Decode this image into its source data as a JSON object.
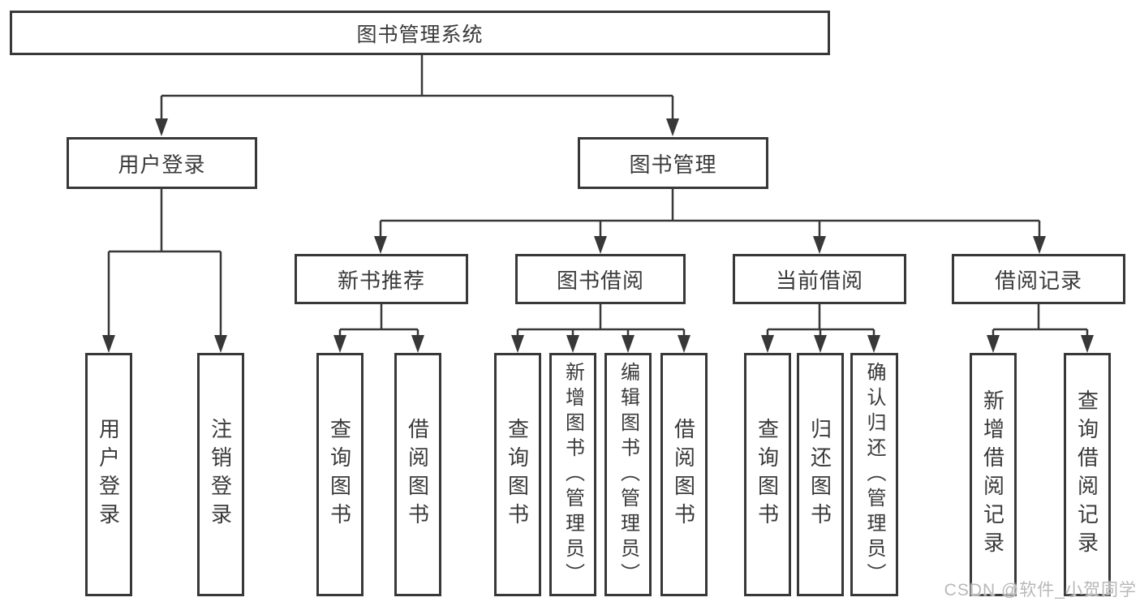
{
  "diagram": {
    "root": {
      "label": "图书管理系统"
    },
    "level2": [
      {
        "label": "用户登录"
      },
      {
        "label": "图书管理"
      }
    ],
    "level3": [
      {
        "label": "新书推荐"
      },
      {
        "label": "图书借阅"
      },
      {
        "label": "当前借阅"
      },
      {
        "label": "借阅记录"
      }
    ],
    "leaves": {
      "user_login": [
        {
          "label": "用户登录"
        },
        {
          "label": "注销登录"
        }
      ],
      "new_book_recommendation": [
        {
          "label": "查询图书"
        },
        {
          "label": "借阅图书"
        }
      ],
      "book_borrowing": [
        {
          "label": "查询图书"
        },
        {
          "label": "新增图书（管理员）"
        },
        {
          "label": "编辑图书（管理员）"
        },
        {
          "label": "借阅图书"
        }
      ],
      "current_borrowing": [
        {
          "label": "查询图书"
        },
        {
          "label": "归还图书"
        },
        {
          "label": "确认归还（管理员）"
        }
      ],
      "borrowing_records": [
        {
          "label": "新增借阅记录"
        },
        {
          "label": "查询借阅记录"
        }
      ]
    },
    "watermark": "CSDN @软件_小贺同学",
    "colors": {
      "line": "#383838",
      "text": "#3a3a3a",
      "watermark": "#b8b8b8",
      "background": "#ffffff"
    }
  }
}
